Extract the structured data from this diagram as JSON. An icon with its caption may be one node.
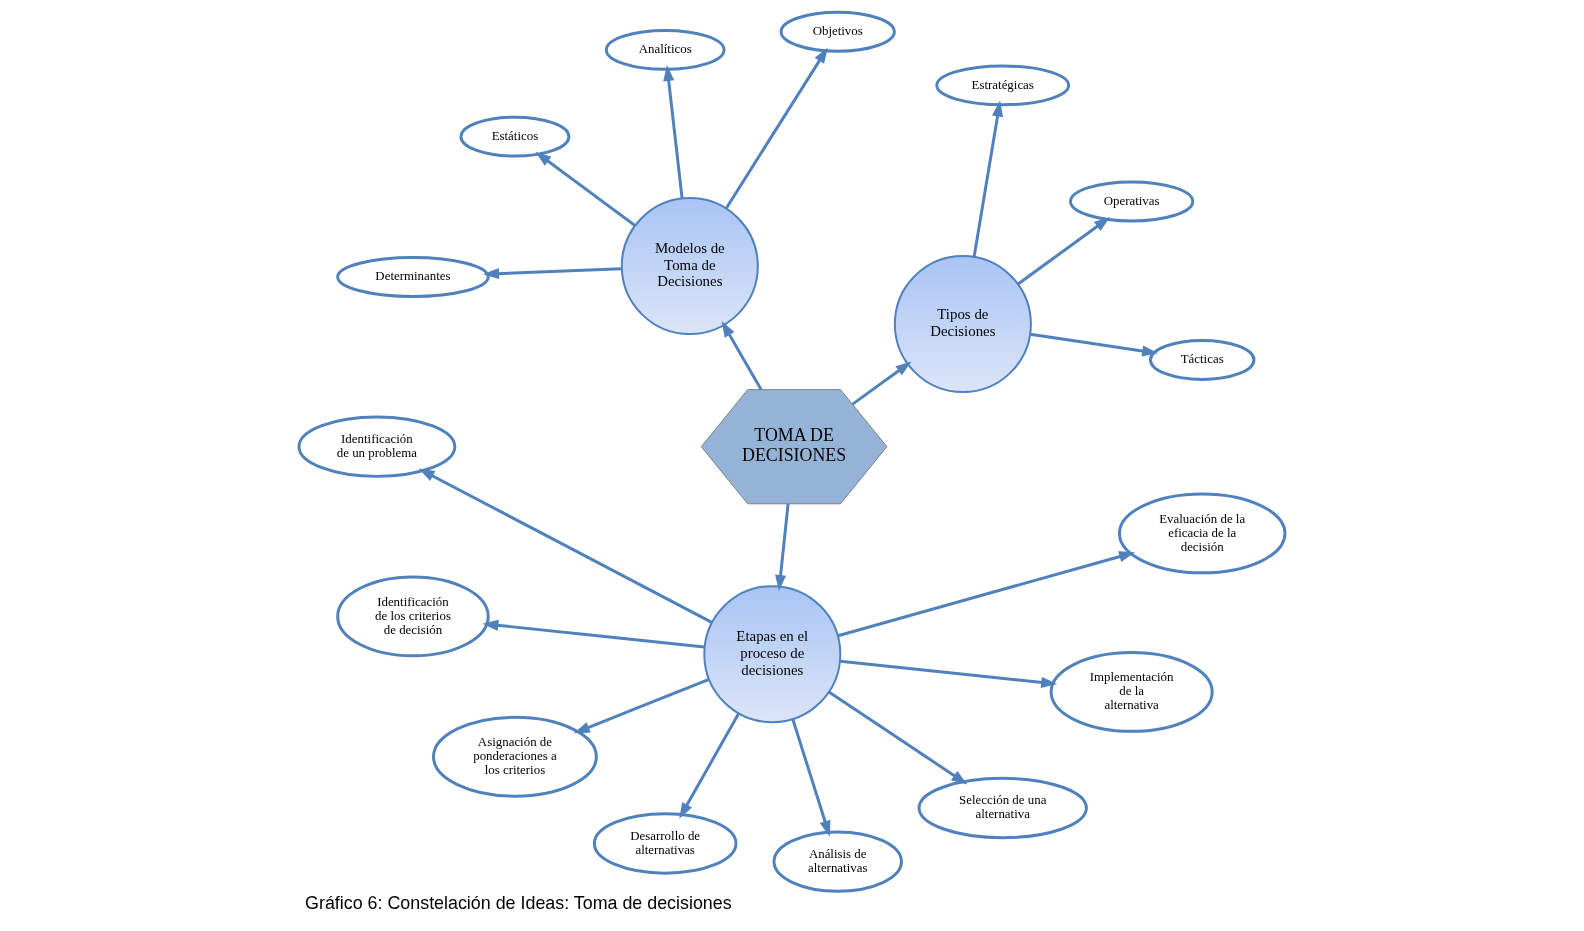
{
  "diagram": {
    "caption": "Gráfico 6: Constelación de Ideas: Toma de decisiones",
    "nodes": [
      {
        "text": [
          "TOMA DE DECISIONES"
        ]
      },
      {
        "text": [
          "Tipos de Decisiones"
        ]
      },
      {
        "text": [
          "Tácticas"
        ]
      },
      {
        "text": [
          "Operativas"
        ]
      },
      {
        "text": [
          "Estratégicas"
        ]
      },
      {
        "text": [
          "Modelos de Toma de Decisiones"
        ]
      },
      {
        "text": [
          "Objetivos"
        ]
      },
      {
        "text": [
          "Analíticos"
        ]
      },
      {
        "text": [
          "Estáticos"
        ]
      },
      {
        "text": [
          "Determinantes"
        ]
      },
      {
        "text": [
          "Etapas en el proceso de decisiones"
        ]
      },
      {
        "text": [
          "Identificación de un problema"
        ]
      },
      {
        "text": [
          "Identificación de los criterios de decisión"
        ]
      },
      {
        "text": [
          "Asignación de ponderaciones a los criterios"
        ]
      },
      {
        "text": [
          "Desarrollo de alternativas"
        ]
      },
      {
        "text": [
          "Análisis de alternativas"
        ]
      },
      {
        "text": [
          "Selección de una alternativa"
        ]
      },
      {
        "text": [
          "Implementación de la alternativa"
        ]
      },
      {
        "text": [
          "Evaluación de la eficacia de la decisión"
        ]
      }
    ],
    "edges": [
      {
        "from": 0,
        "to": 1,
        "arrow": "to"
      },
      {
        "from": 1,
        "to": 2,
        "arrow": "to"
      },
      {
        "from": 1,
        "to": 3,
        "arrow": "to"
      },
      {
        "from": 1,
        "to": 4,
        "arrow": "to"
      },
      {
        "from": 0,
        "to": 5,
        "arrow": "to"
      },
      {
        "from": 5,
        "to": 6,
        "arrow": "to"
      },
      {
        "from": 5,
        "to": 7,
        "arrow": "to"
      },
      {
        "from": 5,
        "to": 8,
        "arrow": "to"
      },
      {
        "from": 5,
        "to": 9,
        "arrow": "to"
      },
      {
        "from": 0,
        "to": 10,
        "arrow": "to"
      },
      {
        "from": 10,
        "to": 11,
        "arrow": "to"
      },
      {
        "from": 10,
        "to": 12,
        "arrow": "to"
      },
      {
        "from": 10,
        "to": 13,
        "arrow": "to"
      },
      {
        "from": 10,
        "to": 14,
        "arrow": "to"
      },
      {
        "from": 10,
        "to": 15,
        "arrow": "to"
      },
      {
        "from": 10,
        "to": 16,
        "arrow": "to"
      },
      {
        "from": 10,
        "to": 17,
        "arrow": "to"
      },
      {
        "from": 10,
        "to": 18,
        "arrow": "to"
      }
    ]
  }
}
